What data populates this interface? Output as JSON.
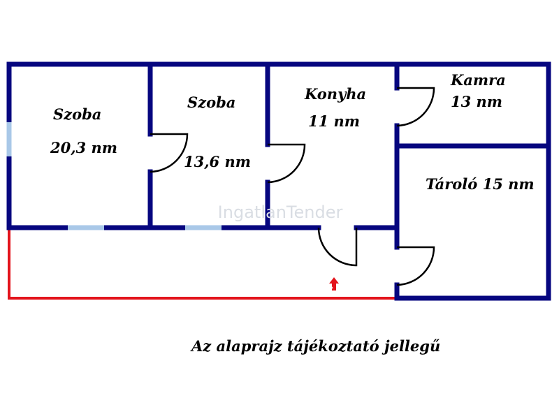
{
  "colors": {
    "wall": "#06067f",
    "window": "#a9c8e8",
    "terrace": "#e3141c",
    "arrow": "#e3141c"
  },
  "icons": {
    "entrance": "red-up-arrow-icon"
  },
  "rooms": {
    "szoba1": {
      "name": "Szoba",
      "area": "20,3 nm"
    },
    "szoba2": {
      "name": "Szoba",
      "area": "13,6 nm"
    },
    "konyha": {
      "name": "Konyha",
      "area": "11 nm"
    },
    "kamra": {
      "name": "Kamra",
      "area": "13 nm"
    },
    "tarolo": {
      "label": "Tároló 15 nm"
    }
  },
  "watermark": "IngatlanTender",
  "caption": "Az alaprajz tájékoztató jellegű"
}
